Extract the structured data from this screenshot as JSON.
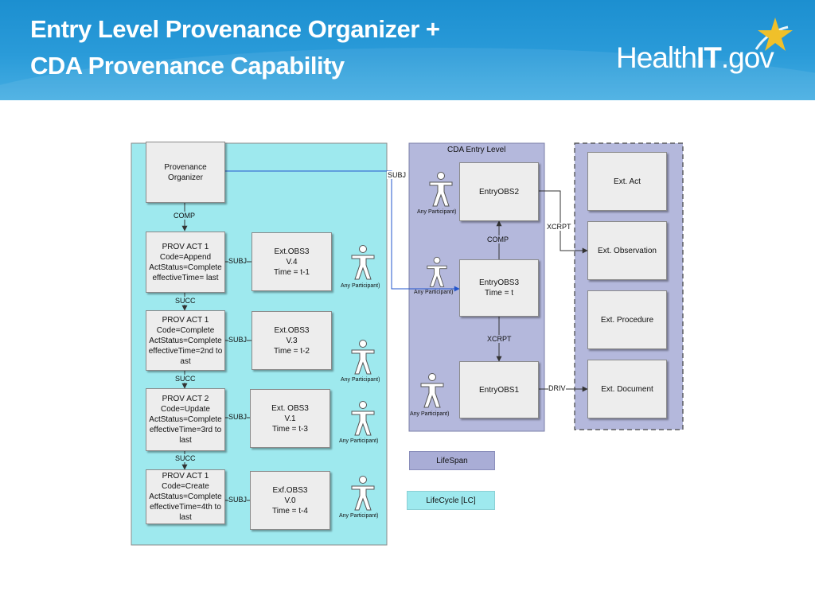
{
  "slide": {
    "title_line1": "Entry Level Provenance Organizer +",
    "title_line2": "CDA Provenance Capability",
    "logo_text_health": "Health",
    "logo_text_it": "IT",
    "logo_text_gov": ".gov"
  },
  "colors": {
    "header_blue": "#1c8fd0",
    "lifecycle_bg": "#9ee9ee",
    "lifespan_bg": "#a9add6",
    "box_fill": "#ededed",
    "arrow_blue": "#2255cc",
    "star_gold": "#f0c02a"
  },
  "icons": {
    "logo": "healthit-star-logo",
    "participant": "stick-figure-icon"
  },
  "left_panel": {
    "organizer": {
      "line1": "Provenance",
      "line2": "Organizer"
    },
    "comp_label": "COMP",
    "succ_label": "SUCC",
    "subj_label": "SUBJ",
    "acts": [
      {
        "l1": "PROV ACT 1",
        "l2": "Code=Append",
        "l3": "ActStatus=Complete",
        "l4": "effectiveTime= last",
        "l5": ""
      },
      {
        "l1": "PROV ACT 1",
        "l2": "Code=Complete",
        "l3": "ActStatus=Complete",
        "l4": "effectiveTime=2nd to",
        "l5": "ast"
      },
      {
        "l1": "PROV ACT 2",
        "l2": "Code=Update",
        "l3": "ActStatus=Complete",
        "l4": "effectiveTime=3rd to",
        "l5": "last"
      },
      {
        "l1": "PROV ACT 1",
        "l2": "Code=Create",
        "l3": "ActStatus=Complete",
        "l4": "effectiveTime=4th to",
        "l5": "last"
      }
    ],
    "obs": [
      {
        "l1": "Ext.OBS3",
        "l2": "V.4",
        "l3": "Time = t-1"
      },
      {
        "l1": "Ext.OBS3",
        "l2": "V.3",
        "l3": "Time = t-2"
      },
      {
        "l1": "Ext. OBS3",
        "l2": "V.1",
        "l3": "Time = t-3"
      },
      {
        "l1": "Exf.OBS3",
        "l2": "V.0",
        "l3": "Time = t-4"
      }
    ],
    "participant_labels": [
      "Any Participant)",
      "Any Participant)",
      "Any Participant)",
      "Any Participant)"
    ]
  },
  "middle_panel": {
    "title": "CDA Entry Level",
    "subj_label": "SUBJ",
    "comp_label": "COMP",
    "xcrpt_label": "XCRPT",
    "xcrpt_side_label": "XCRPT",
    "driv_label": "DRIV",
    "entry2": "EntryOBS2",
    "entry3_l1": "EntryOBS3",
    "entry3_l2": "Time = t",
    "entry1": "EntryOBS1",
    "participant_labels": [
      "Any Participant)",
      "Any Participant)",
      "Any Participant)"
    ]
  },
  "right_panel": {
    "boxes": [
      "Ext. Act",
      "Ext. Observation",
      "Ext. Procedure",
      "Ext. Document"
    ]
  },
  "legend": {
    "lifespan": "LifeSpan",
    "lifecycle": "LifeCycle [LC]"
  }
}
